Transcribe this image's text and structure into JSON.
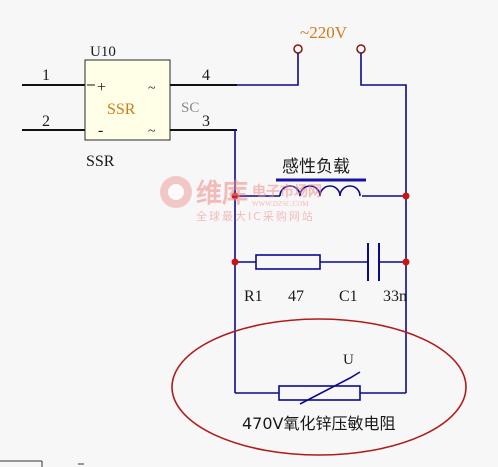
{
  "diagram": {
    "component_ref": "U10",
    "component_type": "SSR",
    "component_body_label": "SSR",
    "component_value_label": "SC",
    "pins": {
      "p1": "1",
      "p2": "2",
      "p3": "3",
      "p4": "4"
    },
    "pin_plus": "+",
    "pin_minus": "-",
    "tilde_top": "~",
    "tilde_bottom": "~",
    "supply": "~220V",
    "load_label": "感性负载",
    "resistor_ref": "R1",
    "resistor_value": "47",
    "capacitor_ref": "C1",
    "capacitor_value": "33n",
    "varistor_ref": "U",
    "varistor_label": "470V氧化锌压敏电阻",
    "watermark_brand": "维库",
    "watermark_brand_2": "电子市场网",
    "watermark_url": "WWW.DZSC.COM",
    "watermark_tagline": "全球最大IC采购网站"
  },
  "colors": {
    "wire": "#0a0a8c",
    "label": "#1a1a1a",
    "ssr_inner": "#d07a18",
    "junction": "#c81414",
    "highlight_ellipse": "#b01c1c",
    "load_underline": "#1414a0",
    "watermark": "#f0a0a0"
  }
}
